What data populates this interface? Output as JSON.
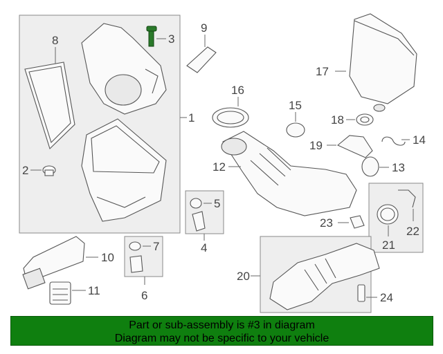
{
  "callouts": {
    "n1": "1",
    "n2": "2",
    "n3": "3",
    "n4": "4",
    "n5": "5",
    "n6": "6",
    "n7": "7",
    "n8": "8",
    "n9": "9",
    "n10": "10",
    "n11": "11",
    "n12": "12",
    "n13": "13",
    "n14": "14",
    "n15": "15",
    "n16": "16",
    "n17": "17",
    "n18": "18",
    "n19": "19",
    "n20": "20",
    "n21": "21",
    "n22": "22",
    "n23": "23",
    "n24": "24"
  },
  "highlight_part": "3",
  "colors": {
    "banner_bg": "#0f7f0f",
    "highlight": "#2a7a2a",
    "box_fill": "#eeeeee"
  },
  "banner": {
    "line1": "Part or sub-assembly is #3 in diagram",
    "line2": "Diagram may not be specific to your vehicle"
  }
}
